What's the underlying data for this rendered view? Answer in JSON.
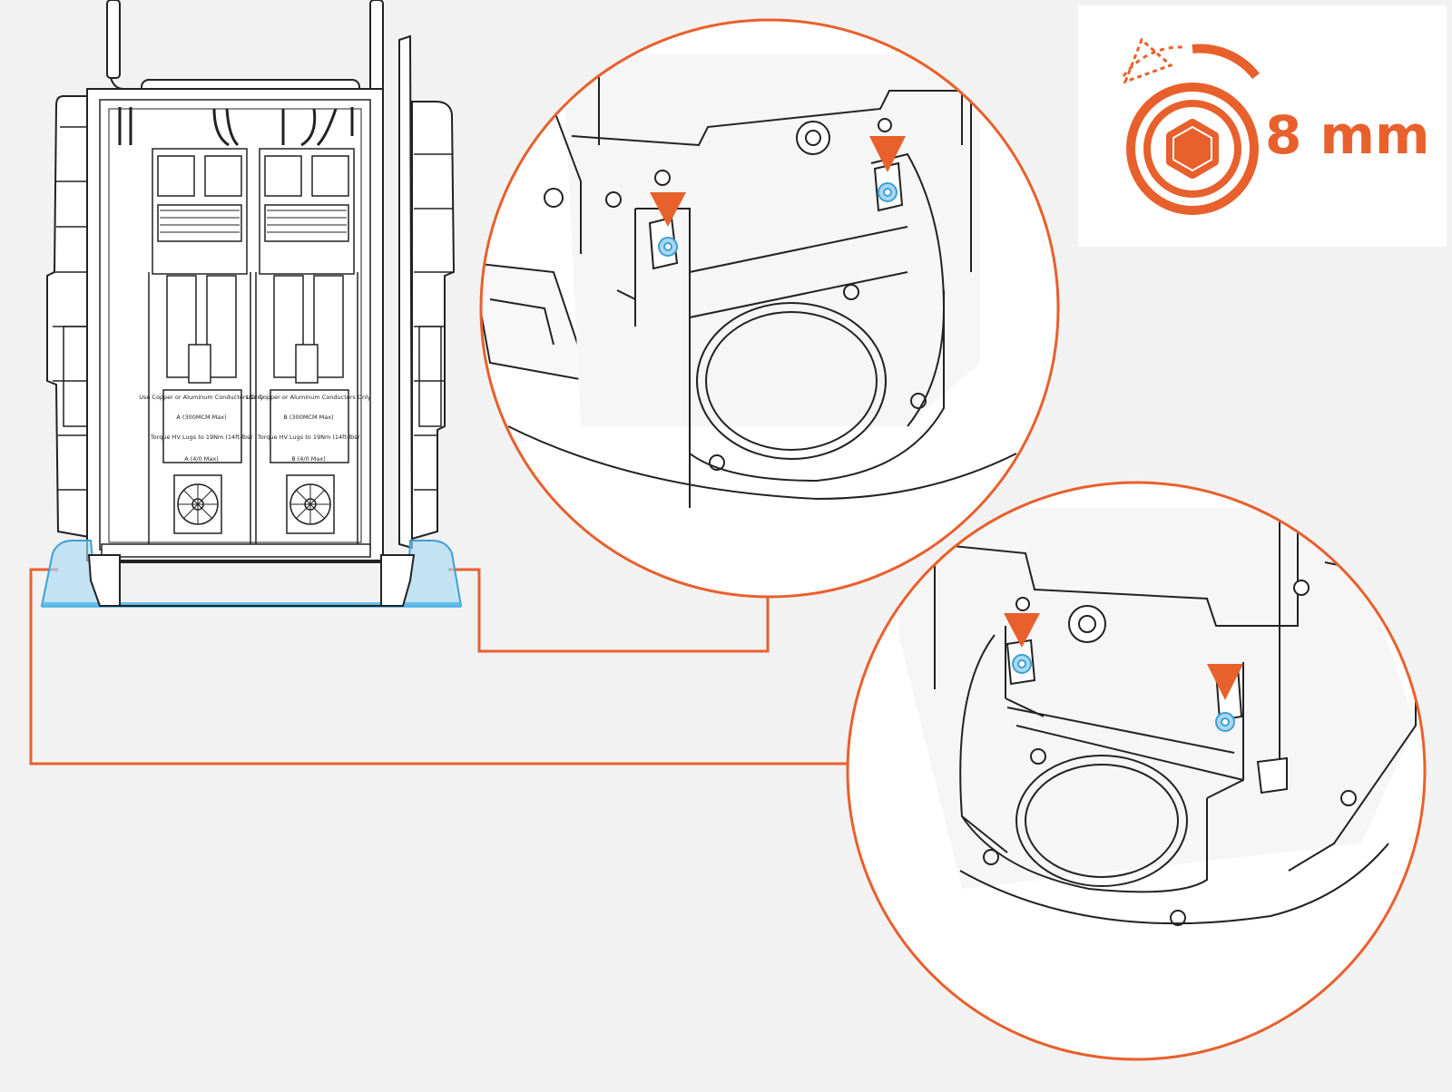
{
  "tool": {
    "size_label": "8 mm",
    "icon": "hex-socket-icon",
    "rotation_icon": "rotate-counterclockwise-icon"
  },
  "cabinet": {
    "labels": [
      "Use Copper or Aluminum Conductors Only",
      "A (300MCM Max)",
      "Torque HV Lugs to 19Nm (14ft-lbs)",
      "A (4/0 Max)",
      "Use Copper or Aluminum Conductors Only",
      "B (300MCM Max)",
      "Torque HV Lugs to 19Nm (14ft-lbs)",
      "B (4/0 Max)"
    ]
  },
  "callouts": [
    {
      "name": "detail-top",
      "marker_count": 2
    },
    {
      "name": "detail-bottom",
      "marker_count": 2
    }
  ],
  "colors": {
    "accent": "#e8602c",
    "highlight": "#58b8e8",
    "line": "#222222",
    "background": "#f2f2f2",
    "card": "#ffffff"
  }
}
